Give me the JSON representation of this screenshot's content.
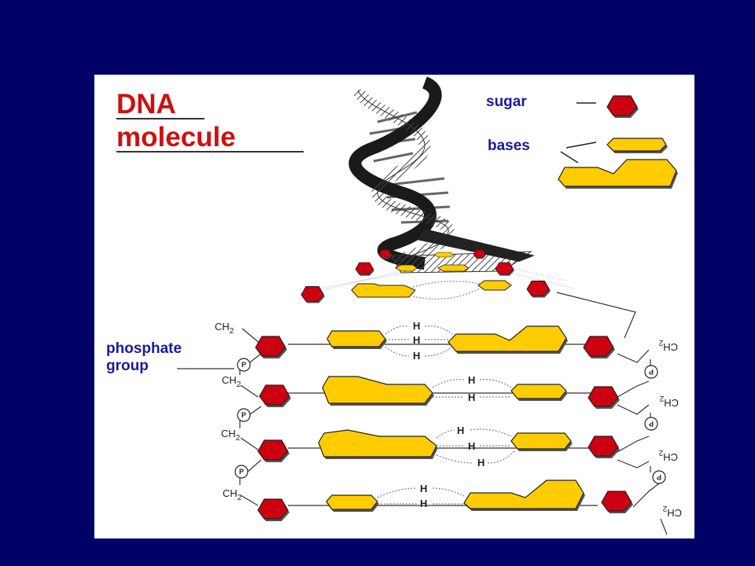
{
  "title": {
    "line1": "DNA",
    "line2": "molecule"
  },
  "legend": {
    "sugar": "sugar",
    "bases": "bases"
  },
  "labels": {
    "phosphate_line1": "phosphate",
    "phosphate_line2": "group"
  },
  "chemistry": {
    "ch2": "CH",
    "ch2_sub": "2",
    "hydrogen": "H",
    "phosphate_symbol": "P"
  },
  "colors": {
    "background": "#000066",
    "sugar": "#cc0011",
    "base": "#ffcc00",
    "title": "#cc1111",
    "label": "#1a1a9e"
  },
  "rungs": [
    {
      "hydrogen_bonds": 3
    },
    {
      "hydrogen_bonds": 2
    },
    {
      "hydrogen_bonds": 3
    },
    {
      "hydrogen_bonds": 2
    }
  ]
}
